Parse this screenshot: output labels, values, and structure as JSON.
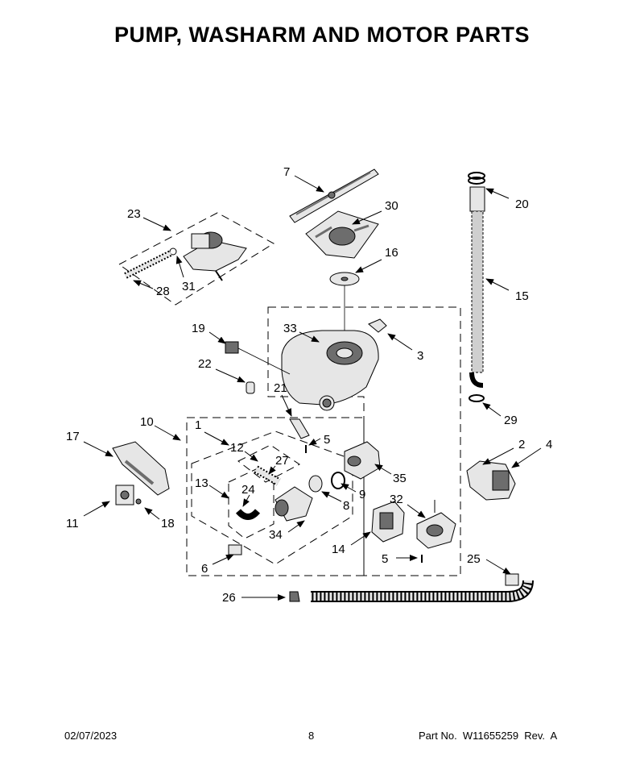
{
  "page": {
    "title": "PUMP, WASHARM AND MOTOR PARTS",
    "date": "02/07/2023",
    "page_number": "8",
    "part_number": "Part No.  W11655259  Rev.  A"
  },
  "callouts": {
    "n1": "1",
    "n2": "2",
    "n3": "3",
    "n4": "4",
    "n5a": "5",
    "n5b": "5",
    "n6": "6",
    "n7": "7",
    "n8": "8",
    "n9": "9",
    "n10": "10",
    "n11": "11",
    "n12": "12",
    "n13": "13",
    "n14": "14",
    "n15": "15",
    "n16": "16",
    "n17": "17",
    "n18": "18",
    "n19": "19",
    "n20": "20",
    "n21": "21",
    "n22": "22",
    "n23": "23",
    "n24": "24",
    "n25": "25",
    "n26": "26",
    "n27": "27",
    "n28": "28",
    "n29": "29",
    "n30": "30",
    "n31": "31",
    "n32": "32",
    "n33": "33",
    "n34": "34",
    "n35": "35"
  },
  "colors": {
    "line": "#000000",
    "part_fill": "#e6e6e6",
    "part_dark": "#6d6d6d"
  }
}
